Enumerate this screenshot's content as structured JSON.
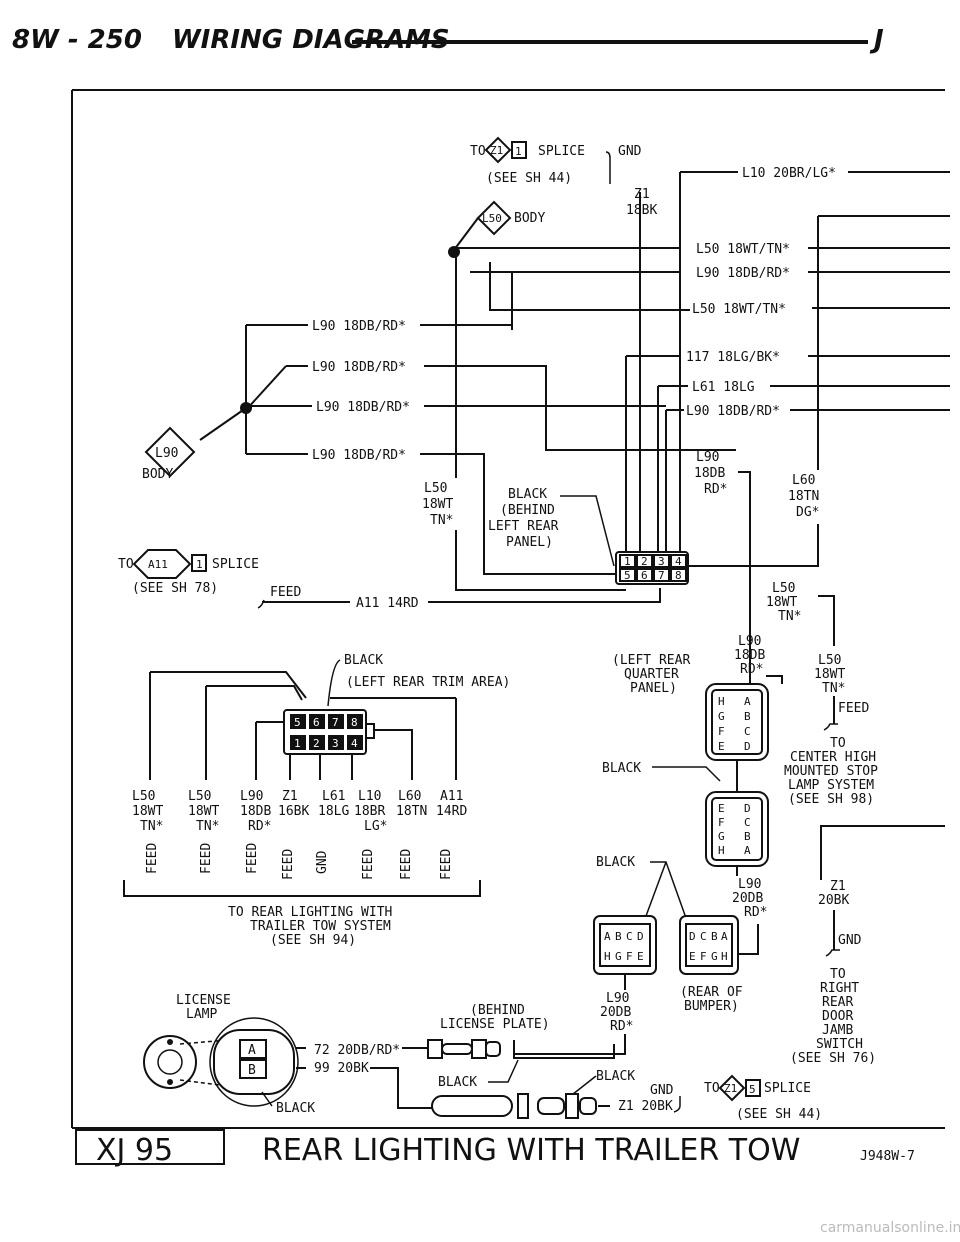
{
  "header": {
    "page": "8W - 250",
    "title": "WIRING DIAGRAMS",
    "right_mark": "J"
  },
  "footer": {
    "model": "XJ 95",
    "title": "REAR LIGHTING WITH TRAILER TOW",
    "code": "J948W-7"
  },
  "splices": {
    "z1_top": {
      "prefix": "TO",
      "name": "Z1",
      "pin": "1",
      "label": "SPLICE",
      "ref": "(SEE SH 44)"
    },
    "l50_body": {
      "name": "L50",
      "label": "BODY"
    },
    "l90_body": {
      "name": "L90",
      "label": "BODY"
    },
    "a11": {
      "prefix": "TO",
      "name": "A11",
      "pin": "1",
      "label": "SPLICE",
      "ref": "(SEE SH 78)"
    },
    "z1_bottom": {
      "prefix": "TO",
      "name": "Z1",
      "pin": "5",
      "label": "SPLICE",
      "ref": "(SEE SH 44)"
    }
  },
  "wires_right": [
    "L10 20BR/LG*",
    "L50 18WT/TN*",
    "L90 18DB/RD*",
    "L50 18WT/TN*",
    "117 18LG/BK*",
    "L61 18LG",
    "L90 18DB/RD*"
  ],
  "wires_left": [
    "L90 18DB/RD*",
    "L90 18DB/RD*",
    "L90 18DB/RD*",
    "L90 18DB/RD*"
  ],
  "gnd_top": {
    "label": "GND",
    "wire1": "Z1",
    "wire2": "18BK"
  },
  "l50_vert": [
    "L50",
    "18WT",
    "TN*"
  ],
  "l90_vert": [
    "L90",
    "18DB",
    "RD*"
  ],
  "l60_vert": [
    "L60",
    "18TN",
    "DG*"
  ],
  "l50_vert2": [
    "L50",
    "18WT",
    "TN*"
  ],
  "connector_panel": {
    "l1": "BLACK",
    "l2": "(BEHIND",
    "l3": "LEFT REAR",
    "l4": "PANEL)",
    "top_pins": [
      "1",
      "2",
      "3",
      "4"
    ],
    "bottom_pins": [
      "5",
      "6",
      "7",
      "8"
    ]
  },
  "feed_a11": {
    "feed": "FEED",
    "wire": "A11 14RD"
  },
  "trim_connector": {
    "l1": "BLACK",
    "l2": "(LEFT REAR TRIM AREA)",
    "top_pins": [
      "5",
      "6",
      "7",
      "8"
    ],
    "bottom_pins": [
      "1",
      "2",
      "3",
      "4"
    ]
  },
  "trim_wires": [
    {
      "c": "L50",
      "g": "18WT",
      "k": "TN*",
      "f": "FEED"
    },
    {
      "c": "L50",
      "g": "18WT",
      "k": "TN*",
      "f": "FEED"
    },
    {
      "c": "L90",
      "g": "18DB",
      "k": "RD*",
      "f": "FEED"
    },
    {
      "c": "Z1",
      "g": "16BK",
      "k": "",
      "f": "FEED"
    },
    {
      "c": "L61",
      "g": "18LG",
      "k": "",
      "f": "GND"
    },
    {
      "c": "L10",
      "g": "18BR",
      "k": "LG*",
      "f": "FEED"
    },
    {
      "c": "L60",
      "g": "18TN",
      "k": "",
      "f": "FEED"
    },
    {
      "c": "A11",
      "g": "14RD",
      "k": "",
      "f": "FEED"
    }
  ],
  "to_rear": {
    "l1": "TO REAR LIGHTING WITH",
    "l2": "TRAILER TOW SYSTEM",
    "l3": "(SEE SH 94)"
  },
  "quarter_panel": {
    "l1": "(LEFT REAR",
    "l2": "QUARTER",
    "l3": "PANEL)",
    "pins_left": [
      "H",
      "G",
      "F",
      "E"
    ],
    "pins_right": [
      "A",
      "B",
      "C",
      "D"
    ]
  },
  "l90_q": [
    "L90",
    "18DB",
    "RD*"
  ],
  "black_1": "BLACK",
  "conn2": {
    "pins_left": [
      "E",
      "F",
      "G",
      "H"
    ],
    "pins_right": [
      "D",
      "C",
      "B",
      "A"
    ]
  },
  "l50_feed": {
    "c": "L50",
    "g": "18WT",
    "k": "TN*",
    "f": "FEED"
  },
  "chmsl": {
    "l1": "TO",
    "l2": "CENTER HIGH",
    "l3": "MOUNTED STOP",
    "l4": "LAMP SYSTEM",
    "l5": "(SEE SH 98)"
  },
  "black_2": "BLACK",
  "l90_20": [
    "L90",
    "20DB",
    "RD*"
  ],
  "z1_20": [
    "Z1",
    "20BK"
  ],
  "gnd_right": "GND",
  "to_door": {
    "l1": "TO",
    "l2": "RIGHT",
    "l3": "REAR",
    "l4": "DOOR",
    "l5": "JAMB",
    "l6": "SWITCH",
    "l7": "(SEE SH 76)"
  },
  "bumper_conn_left": {
    "top": [
      "A",
      "B",
      "C",
      "D"
    ],
    "bottom": [
      "H",
      "G",
      "F",
      "E"
    ]
  },
  "bumper_conn_right": {
    "top": [
      "D",
      "C",
      "B",
      "A"
    ],
    "bottom": [
      "E",
      "F",
      "G",
      "H"
    ]
  },
  "rear_bumper": {
    "l1": "(REAR OF",
    "l2": "BUMPER)"
  },
  "l90_bot": [
    "L90",
    "20DB",
    "RD*"
  ],
  "license": {
    "l1": "LICENSE",
    "l2": "LAMP",
    "behind1": "(BEHIND",
    "behind2": "LICENSE PLATE)",
    "pin_a": "A",
    "pin_b": "B",
    "wire72": "72 20DB/RD*",
    "wire99": "99 20BK",
    "black_a": "BLACK",
    "black_b": "BLACK",
    "black_c": "BLACK"
  },
  "gnd_bottom": {
    "gnd": "GND",
    "wire": "Z1 20BK"
  },
  "watermark": "carmanualsonline.info"
}
